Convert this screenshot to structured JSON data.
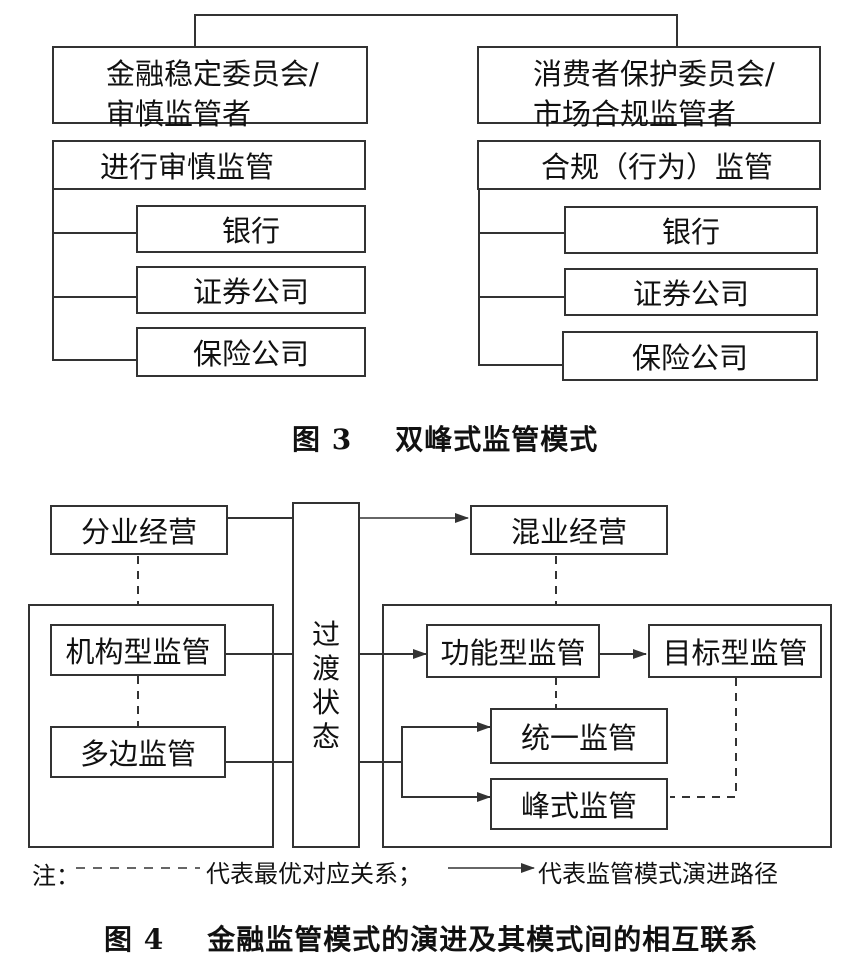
{
  "fig3": {
    "left": {
      "regulator_line1": "金融稳定委员会/",
      "regulator_line2": "审慎监管者",
      "function": "进行审慎监管",
      "entities": [
        "银行",
        "证券公司",
        "保险公司"
      ]
    },
    "right": {
      "regulator_line1": "消费者保护委员会/",
      "regulator_line2": "市场合规监管者",
      "function": "合规（行为）监管",
      "entities": [
        "银行",
        "证券公司",
        "保险公司"
      ]
    },
    "caption_num": "图 3",
    "caption_text": "双峰式监管模式"
  },
  "fig4": {
    "separate": "分业经营",
    "mixed": "混业经营",
    "institutional": "机构型监管",
    "multilateral": "多边监管",
    "transition": [
      "过",
      "渡",
      "状",
      "态"
    ],
    "functional": "功能型监管",
    "objective": "目标型监管",
    "unified": "统一监管",
    "twin_peaks": "峰式监管",
    "note_prefix": "注：",
    "note_dashed": "代表最优对应关系；",
    "note_arrow": "代表监管模式演进路径",
    "caption_num": "图 4",
    "caption_text": "金融监管模式的演进及其模式间的相互联系"
  }
}
